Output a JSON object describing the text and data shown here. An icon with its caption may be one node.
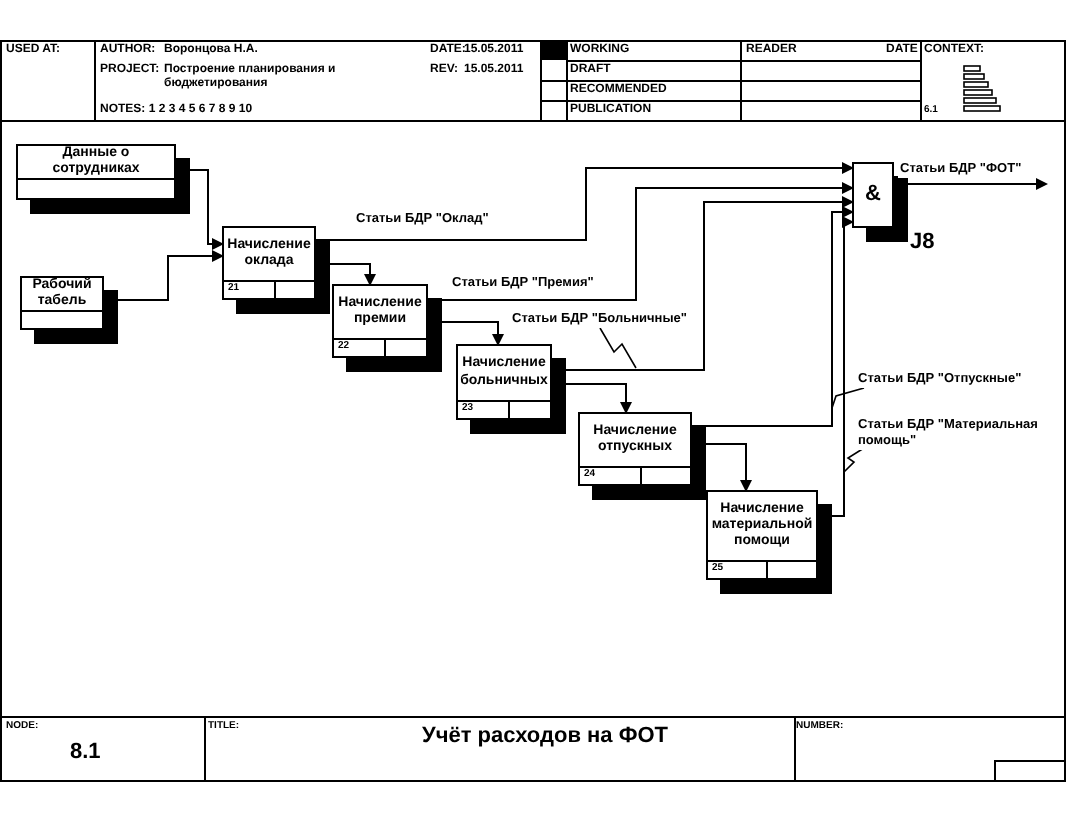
{
  "diagram": {
    "title": "Учёт расходов на ФОТ",
    "nodes": [
      {
        "text": [
          "Данные о сотрудниках"
        ]
      },
      {
        "text": [
          "Рабочий табель"
        ]
      },
      {
        "text": [
          "Начисление оклада",
          "21"
        ]
      },
      {
        "text": [
          "Начисление премии",
          "22"
        ]
      },
      {
        "text": [
          "Начисление больничных",
          "23"
        ]
      },
      {
        "text": [
          "Начисление отпускных",
          "24"
        ]
      },
      {
        "text": [
          "Начисление материальной помощи",
          "25"
        ]
      },
      {
        "text": [
          "&"
        ],
        "beside": [
          "J8"
        ]
      }
    ],
    "edges": [
      {
        "from": 0,
        "to": 2,
        "arrow": "to"
      },
      {
        "from": 1,
        "to": 2,
        "arrow": "to"
      },
      {
        "from": 2,
        "to": 3,
        "arrow": "to"
      },
      {
        "from": 3,
        "to": 4,
        "arrow": "to"
      },
      {
        "from": 4,
        "to": 5,
        "arrow": "to"
      },
      {
        "from": 5,
        "to": 6,
        "arrow": "to"
      },
      {
        "from": 2,
        "to": 7,
        "arrow": "to",
        "label": "Статьи БДР \"Оклад\""
      },
      {
        "from": 3,
        "to": 7,
        "arrow": "to",
        "label": "Статьи БДР \"Премия\""
      },
      {
        "from": 4,
        "to": 7,
        "arrow": "to",
        "label": "Статьи БДР \"Больничные\""
      },
      {
        "from": 5,
        "to": 7,
        "arrow": "to",
        "label": "Статьи БДР \"Отпускные\""
      },
      {
        "from": 6,
        "to": 7,
        "arrow": "to",
        "label": "Статьи БДР \"Материальная помощь\""
      },
      {
        "from": 7,
        "to": null,
        "arrow": "to",
        "label": "Статьи БДР \"ФОТ\""
      }
    ],
    "labels": [
      "USED AT:",
      "AUTHOR:",
      "Воронцова Н.А.",
      "DATE:",
      "15.05.2011",
      "PROJECT:",
      "Построение планирования и бюджетирования",
      "REV:",
      "15.05.2011",
      "NOTES:  1 2 3 4 5 6 7 8 9 10",
      "WORKING",
      "READER",
      "DATE",
      "CONTEXT:",
      "DRAFT",
      "RECOMMENDED",
      "PUBLICATION",
      "6.1",
      "NODE:",
      "8.1",
      "TITLE:",
      "NUMBER:"
    ]
  }
}
